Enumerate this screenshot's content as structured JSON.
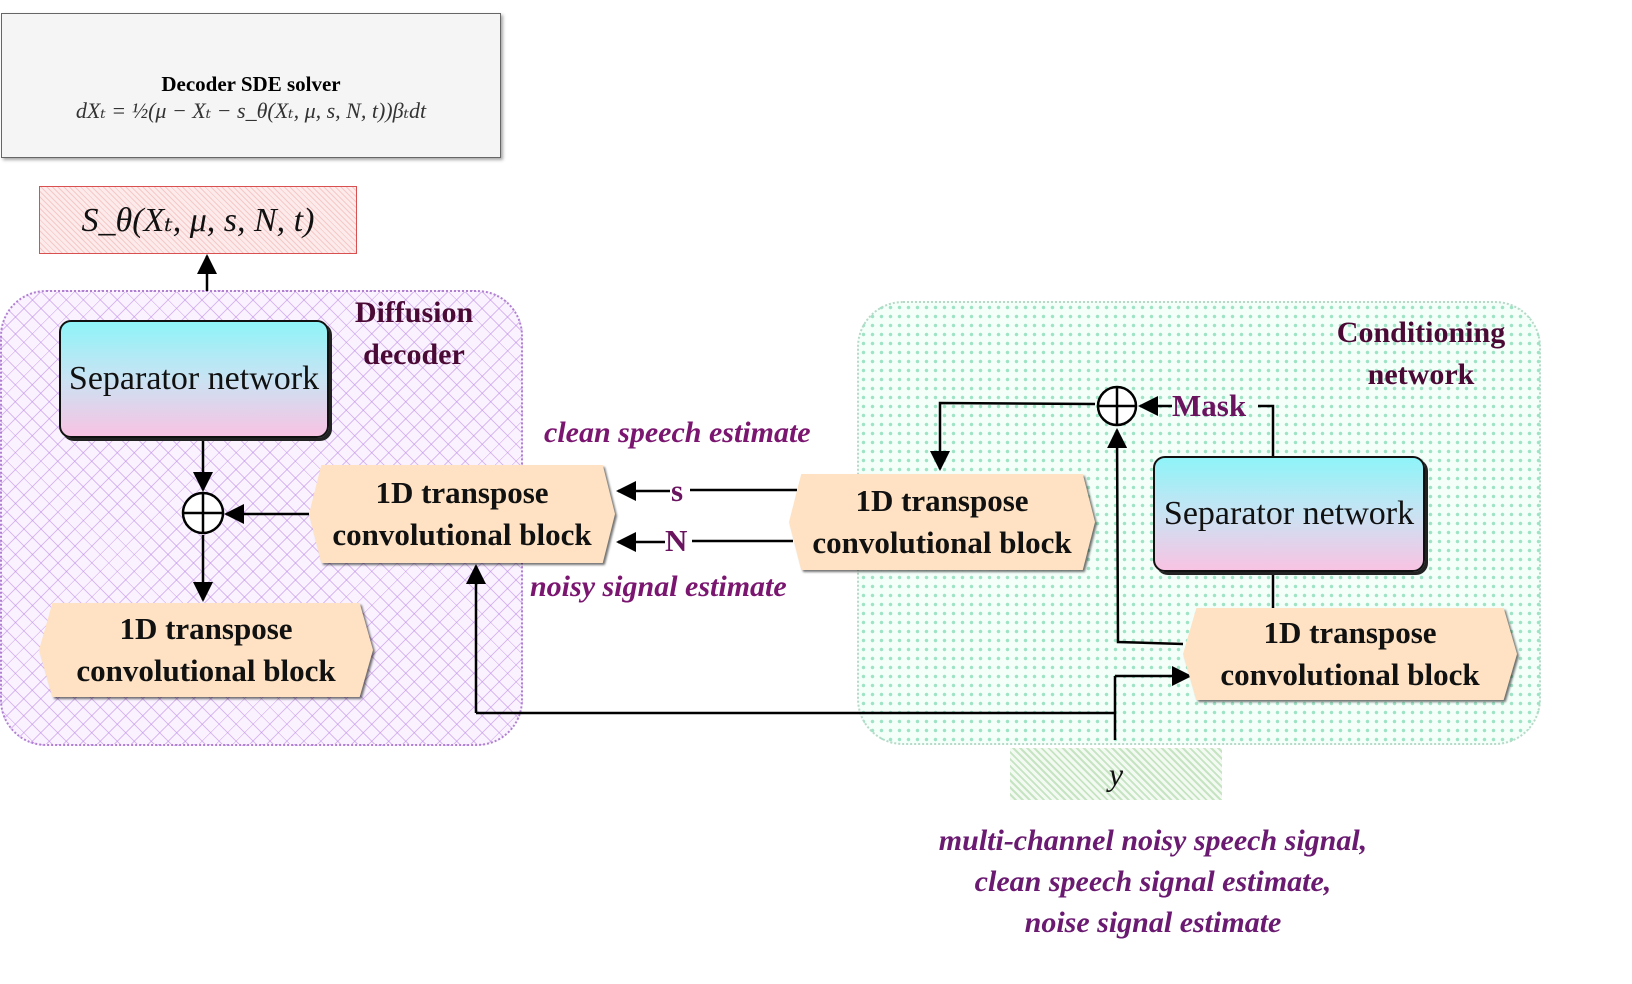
{
  "sde_solver": {
    "title": "Decoder SDE solver",
    "equation": "dXₜ = ½(μ − Xₜ − s_θ(Xₜ, μ, s, N, t))βₜdt"
  },
  "score_output": {
    "label": "S_θ(Xₜ, μ, s, N, t)"
  },
  "diffusion_decoder": {
    "title_line1": "Diffusion",
    "title_line2": "decoder",
    "separator_label": "Separator network",
    "conv_upper": {
      "line1": "1D transpose",
      "line2": "convolutional block"
    },
    "conv_lower": {
      "line1": "1D transpose",
      "line2": "convolutional block"
    }
  },
  "conditioning_network": {
    "title_line1": "Conditioning",
    "title_line2": "network",
    "separator_label": "Separator network",
    "conv_left": {
      "line1": "1D transpose",
      "line2": "convolutional block"
    },
    "conv_right": {
      "line1": "1D transpose",
      "line2": "convolutional block"
    },
    "mask_label": "Mask"
  },
  "edges": {
    "s_label": "s",
    "n_label": "N",
    "clean_estimate": "clean speech estimate",
    "noisy_estimate": "noisy signal estimate"
  },
  "input": {
    "y_label": "y",
    "caption_line1": "multi-channel noisy speech signal,",
    "caption_line2": "clean speech signal estimate,",
    "caption_line3": "noise signal estimate"
  },
  "colors": {
    "caption_purple": "#6a1a70",
    "group_title": "#4a0a35",
    "block_fill": "#fee2c3",
    "score_border": "#d95050"
  }
}
